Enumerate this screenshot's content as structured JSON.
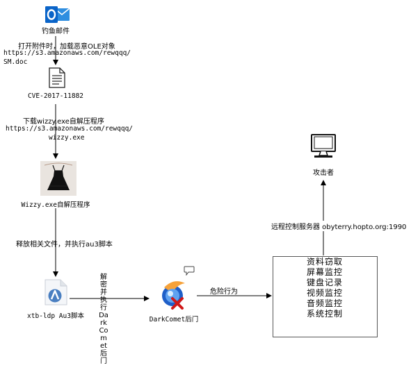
{
  "nodes": {
    "phishing_email": "钓鱼邮件",
    "cve_doc": "CVE-2017-11882",
    "wizzy_sfx": "Wizzy.exe自解压程序",
    "au3_script": "xtb-ldp Au3脚本",
    "darkcomet": "DarkComet后门",
    "attacker": "攻击者"
  },
  "edges": {
    "email_to_doc": {
      "line1": "打开附件时，加载恶意OLE对象",
      "line2": "https://s3.amazonaws.com/rewqqq/",
      "line3": "SM.doc"
    },
    "doc_to_sfx": {
      "line1": "下载wizzy.exe自解压程序",
      "line2": "https://s3.amazonaws.com/rewqqq/",
      "line3": "wizzy.exe"
    },
    "sfx_to_au3": "释放相关文件，并执行au3脚本",
    "au3_to_darkcomet": "解密并执行DarkComet后门",
    "darkcomet_to_box": "危险行为",
    "box_to_attacker": "远程控制服务器 obyterry.hopto.org:1990"
  },
  "behaviors": [
    "资料窃取",
    "屏幕监控",
    "键盘记录",
    "视频监控",
    "音频监控",
    "系统控制"
  ],
  "colors": {
    "outlook_blue": "#0a64c8",
    "dress_black": "#111111",
    "au3_blue": "#4a7fc1",
    "darkcomet_blue": "#2a6fd6",
    "red_x": "#d01818"
  }
}
